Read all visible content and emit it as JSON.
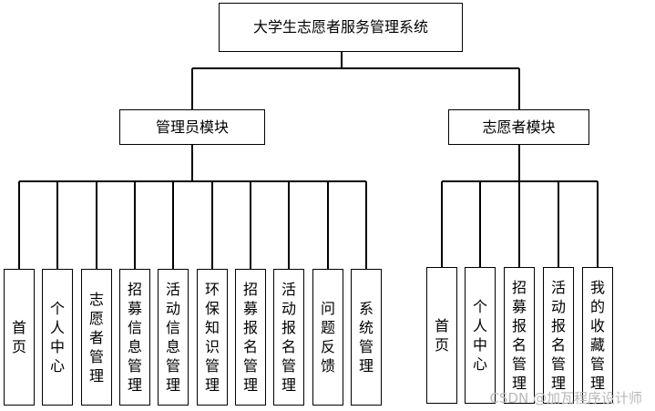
{
  "root": {
    "label": "大学生志愿者服务管理系统"
  },
  "admin": {
    "label": "管理员模块",
    "children": [
      "首页",
      "个人中心",
      "志愿者管理",
      "招募信息管理",
      "活动信息管理",
      "环保知识管理",
      "招募报名管理",
      "活动报名管理",
      "问题反馈",
      "系统管理"
    ]
  },
  "volunteer": {
    "label": "志愿者模块",
    "children": [
      "首页",
      "个人中心",
      "招募报名管理",
      "活动报名管理",
      "我的收藏管理"
    ]
  },
  "watermark": "CSDN @加瓦程序设计师"
}
